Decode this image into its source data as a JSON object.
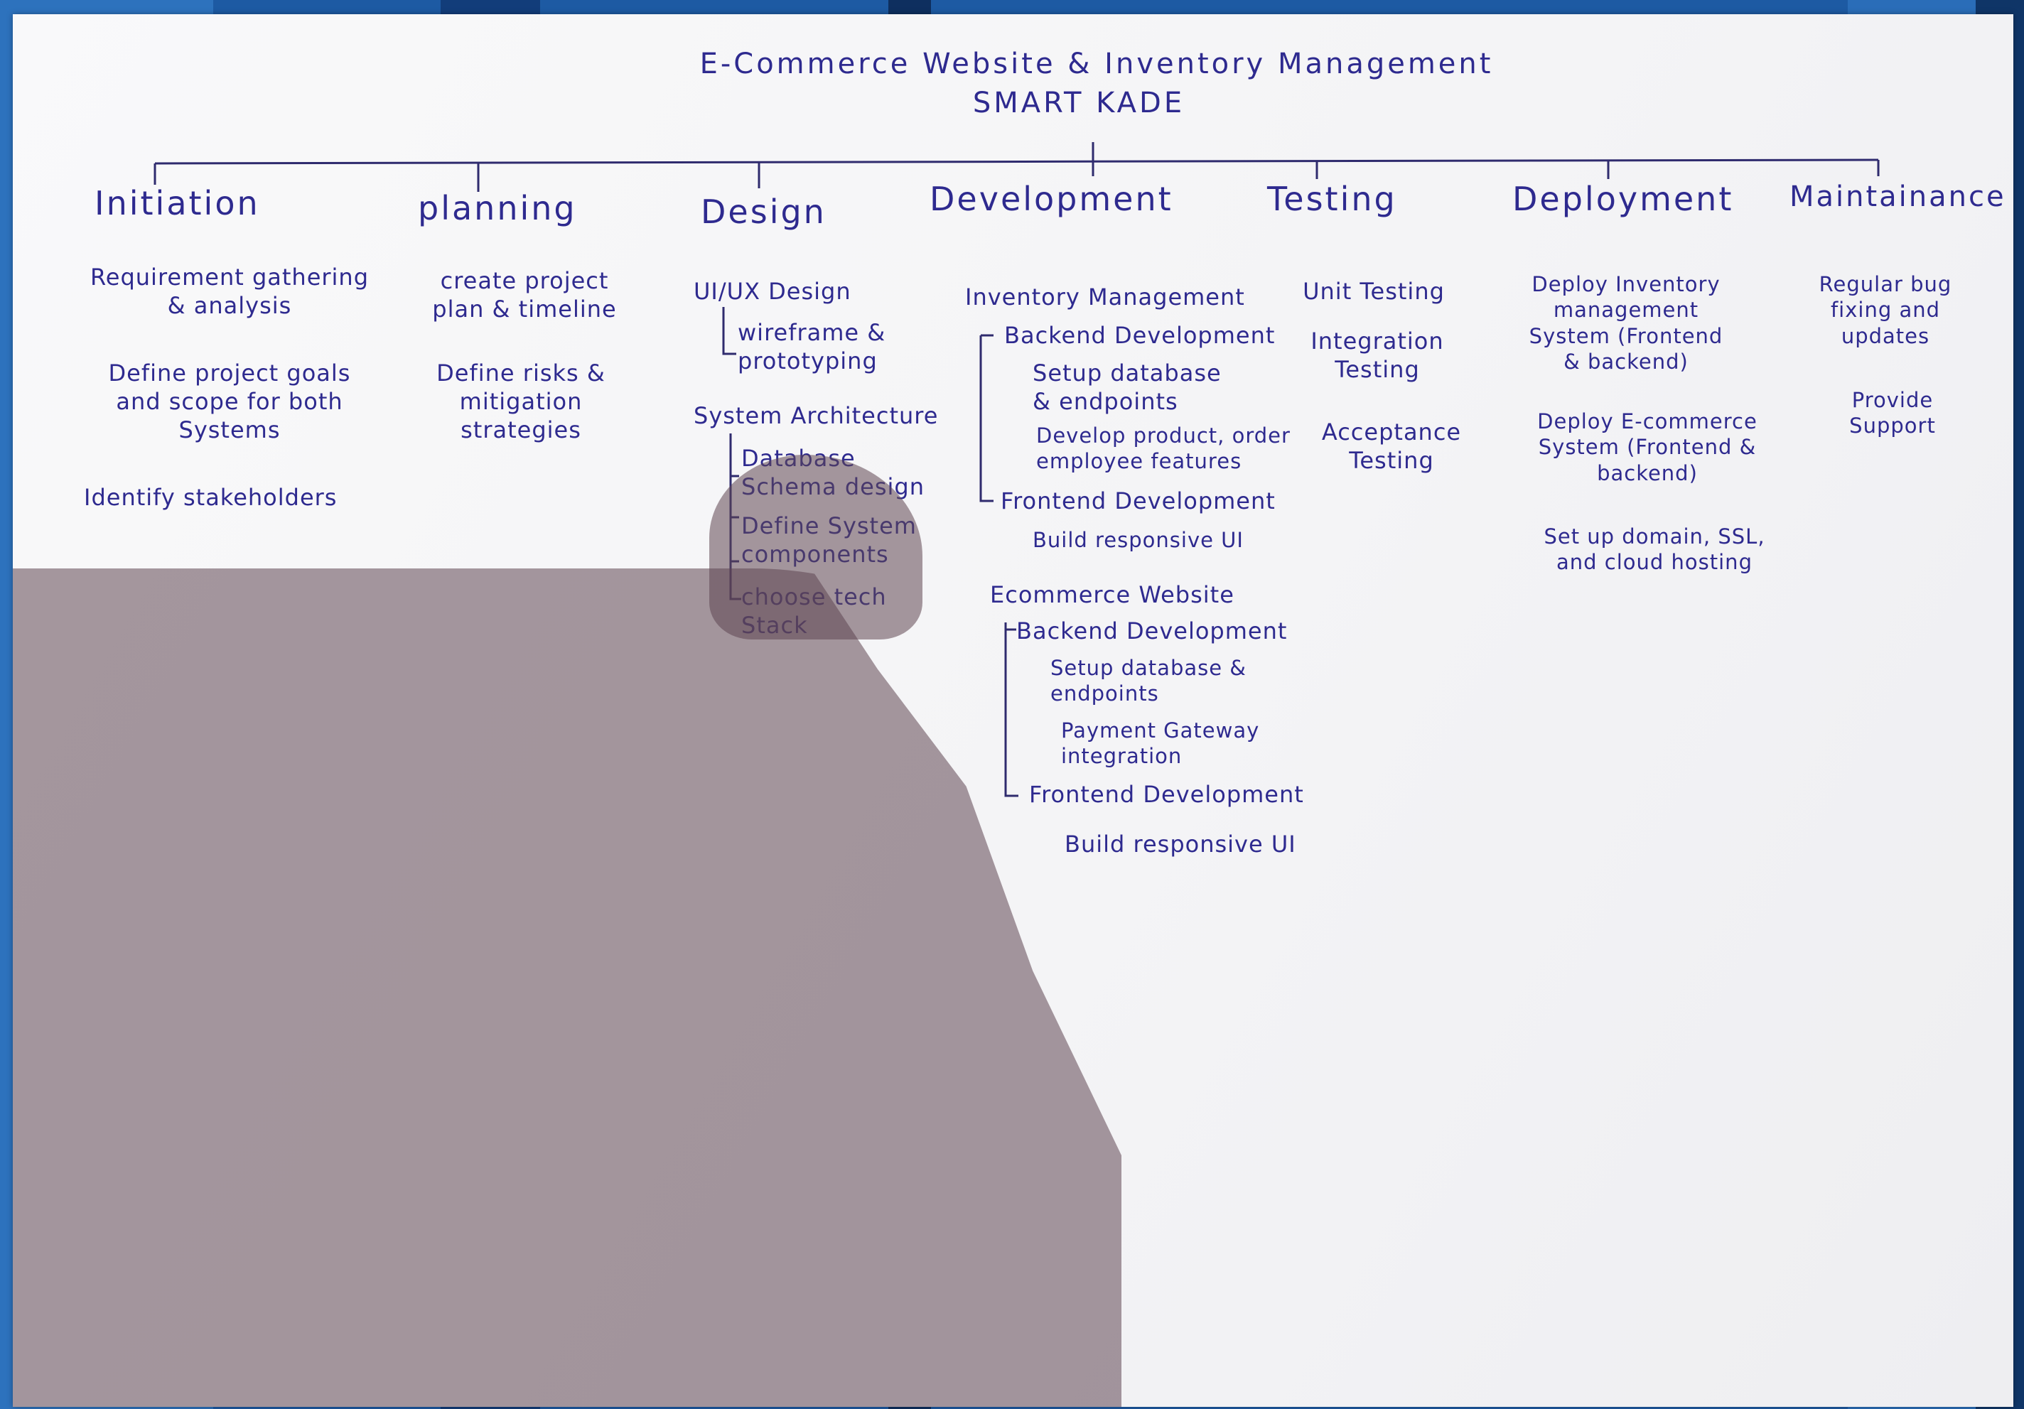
{
  "title": "E-Commerce Website & Inventory Management",
  "subtitle": "SMART KADE",
  "phases": {
    "initiation": {
      "label": "Initiation",
      "items": [
        "Requirement gathering\n& analysis",
        "Define project goals\nand scope for both\nSystems",
        "Identify stakeholders"
      ]
    },
    "planning": {
      "label": "planning",
      "items": [
        "create project\nplan & timeline",
        "Define risks &\nmitigation\nstrategies"
      ]
    },
    "design": {
      "label": "Design",
      "uiux": "UI/UX Design",
      "uiux_items": [
        "wireframe &\nprototyping"
      ],
      "arch": "System Architecture",
      "arch_items": [
        "Database\nSchema design",
        "Define System\ncomponents",
        "choose tech\nStack"
      ]
    },
    "development": {
      "label": "Development",
      "inv": "Inventory Management",
      "inv_backend": "Backend Development",
      "inv_backend_items": [
        "Setup database\n& endpoints",
        "Develop product, order\nemployee features"
      ],
      "inv_frontend": "Frontend Development",
      "inv_frontend_items": [
        "Build responsive UI"
      ],
      "ecom": "Ecommerce Website",
      "ecom_backend": "Backend Development",
      "ecom_backend_items": [
        "Setup database &\nendpoints",
        "Payment Gateway\nintegration"
      ],
      "ecom_frontend": "Frontend Development",
      "ecom_frontend_items": [
        "Build responsive UI"
      ]
    },
    "testing": {
      "label": "Testing",
      "items": [
        "Unit Testing",
        "Integration\nTesting",
        "Acceptance\nTesting"
      ]
    },
    "deployment": {
      "label": "Deployment",
      "items": [
        "Deploy Inventory\nmanagement\nSystem (Frontend\n& backend)",
        "Deploy E-commerce\nSystem (Frontend &\nbackend)",
        "Set up domain, SSL,\nand cloud hosting"
      ]
    },
    "maintenance": {
      "label": "Maintainance",
      "items": [
        "Regular bug\nfixing and\nupdates",
        "Provide\nSupport"
      ]
    }
  }
}
